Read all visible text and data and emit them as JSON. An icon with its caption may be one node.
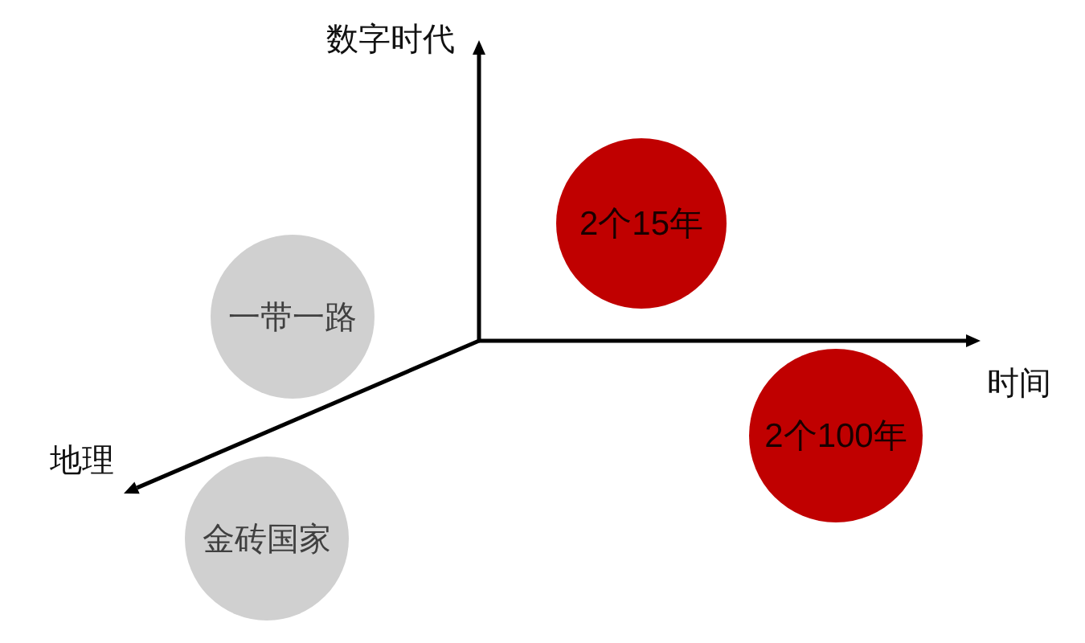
{
  "diagram": {
    "nodes": [
      {
        "text": [
          "2个15年"
        ]
      },
      {
        "text": [
          "一带一路"
        ]
      },
      {
        "text": [
          "2个100年"
        ]
      },
      {
        "text": [
          "金砖国家"
        ]
      }
    ],
    "labels": [
      "数字时代",
      "时间",
      "地理"
    ]
  }
}
